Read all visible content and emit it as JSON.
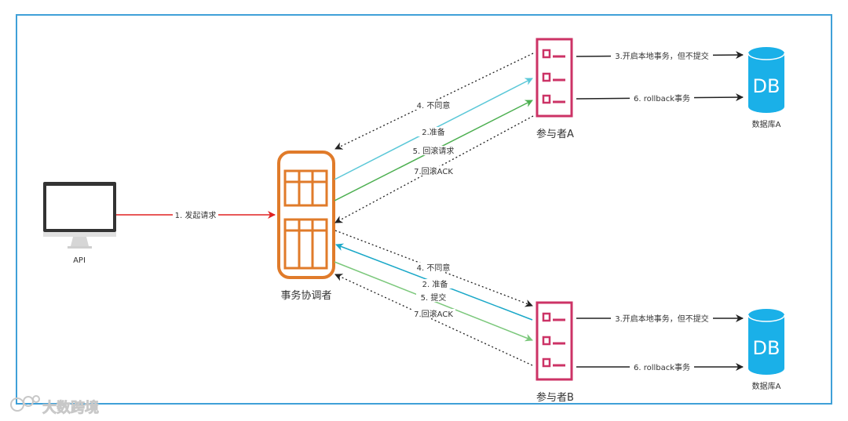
{
  "nodes": {
    "api": "API",
    "coordinator": "事务协调者",
    "participant_a": "参与者A",
    "participant_b": "参与者B",
    "db_a_top": "数据库A",
    "db_a_bottom": "数据库A",
    "db_icon_text": "DB"
  },
  "edges": {
    "request": "1. 发起请求",
    "a_disagree": "4. 不同意",
    "a_prepare": "2.准备",
    "a_rollback_req": "5. 回滚请求",
    "a_rollback_ack": "7.回滚ACK",
    "a_open_tx": "3.开启本地事务，但不提交",
    "a_rollback_tx": "6. rollback事务",
    "b_disagree": "4. 不同意",
    "b_prepare": "2. 准备",
    "b_commit": "5. 提交",
    "b_rollback_ack": "7.回滚ACK",
    "b_open_tx": "3.开启本地事务，但不提交",
    "b_rollback_tx": "6. rollback事务"
  },
  "watermark": "大数跨境",
  "colors": {
    "frame": "#3fa0d8",
    "coordinator": "#e07b2a",
    "participant": "#cc3366",
    "db": "#1ab0e8",
    "request_arrow": "#e02020",
    "prepare_arrow": "#5bc8d8",
    "rollback_arrow": "#4caf50",
    "commit_arrow": "#7cc87c",
    "b_prepare_arrow": "#1aa8c8",
    "dotted_arrow": "#222222"
  }
}
